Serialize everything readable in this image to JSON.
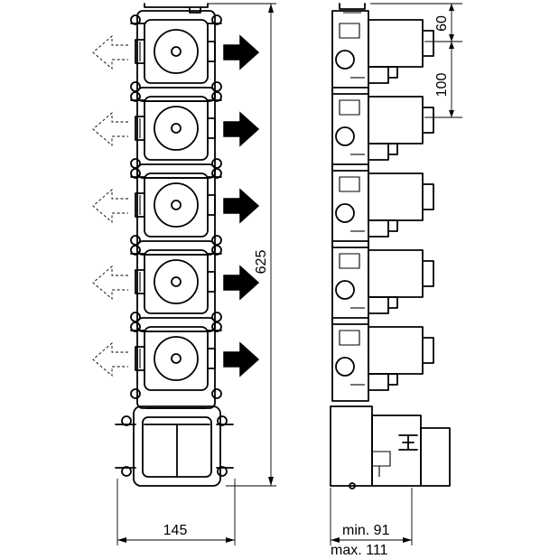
{
  "dimensions": {
    "height_total": "625",
    "width_front": "145",
    "side_top_offset": "60",
    "side_pitch": "100",
    "depth_min": "min. 91",
    "depth_max": "max. 111"
  },
  "modules": [
    {
      "id": 1,
      "type": "valve"
    },
    {
      "id": 2,
      "type": "valve"
    },
    {
      "id": 3,
      "type": "valve"
    },
    {
      "id": 4,
      "type": "valve"
    },
    {
      "id": 5,
      "type": "valve"
    },
    {
      "id": 6,
      "type": "mixer-box"
    }
  ]
}
